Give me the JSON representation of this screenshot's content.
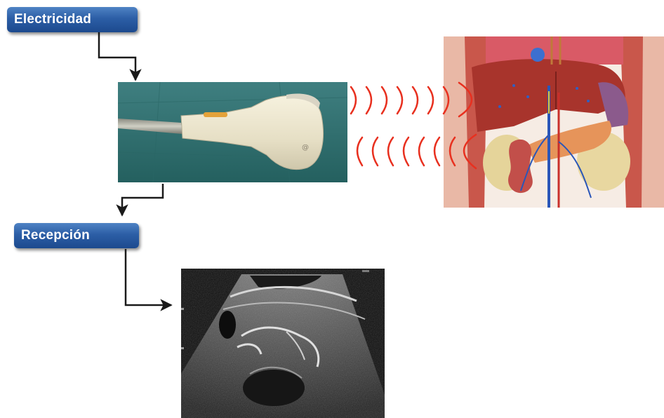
{
  "labels": {
    "electricidad": "Electricidad",
    "recepcion": "Recepción"
  },
  "colors": {
    "label_fill": "#2c5ea6",
    "label_text": "#ffffff",
    "arrow": "#1a1a1a",
    "wave": "#e8301f",
    "probe_background": "#2e6f6f",
    "probe_body": "#ece6d0",
    "probe_accent": "#e3a23a"
  },
  "icons": {
    "probe": "ultrasound-transducer-photo",
    "anatomy": "abdominal-anatomy-illustration",
    "ultrasound": "ultrasound-scan-image"
  }
}
